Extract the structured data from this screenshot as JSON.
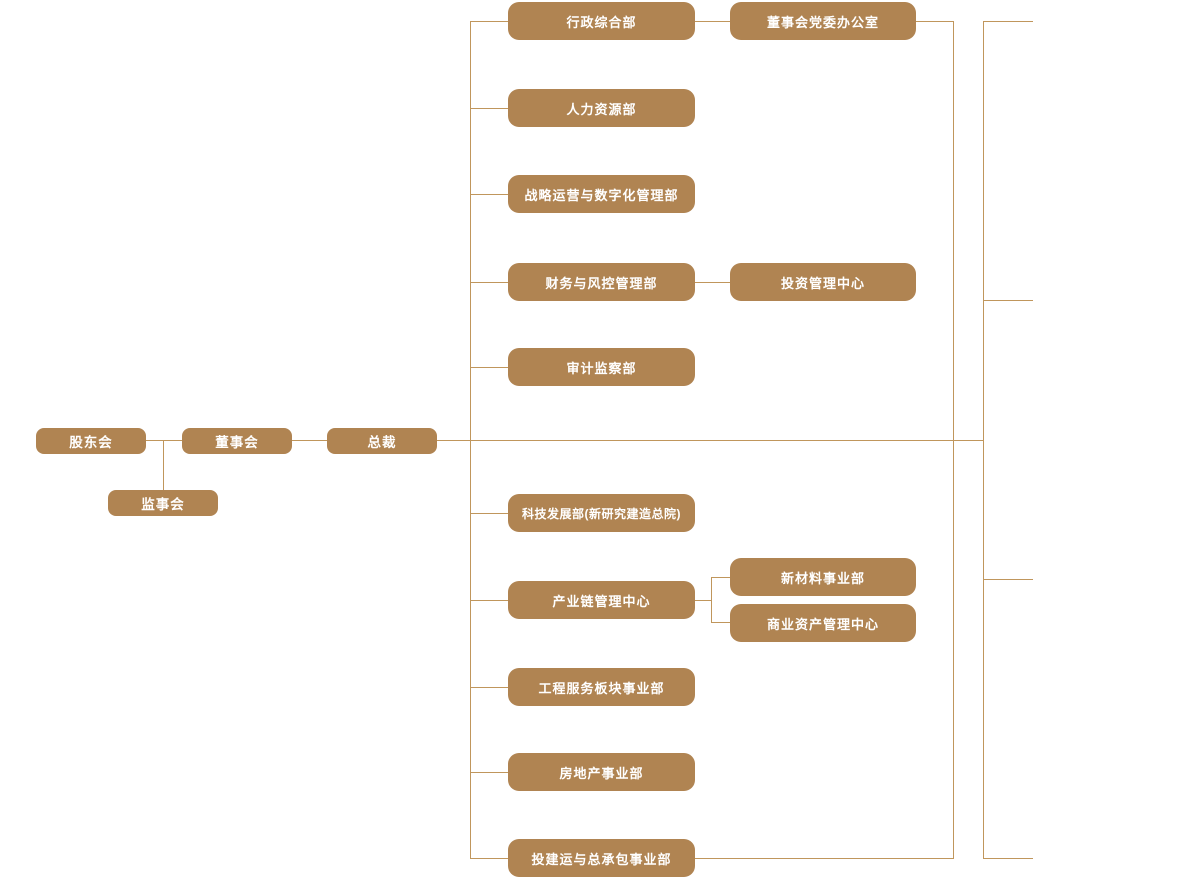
{
  "diagram": {
    "type": "org-chart",
    "colors": {
      "node_fill": "#b08452",
      "node_text": "#ffffff",
      "connector": "#c0965c",
      "background": "#ffffff"
    },
    "nodes": {
      "shareholders": {
        "label": "股东会"
      },
      "supervisory": {
        "label": "监事会"
      },
      "board": {
        "label": "董事会"
      },
      "president": {
        "label": "总裁"
      },
      "admin": {
        "label": "行政综合部"
      },
      "party_office": {
        "label": "董事会党委办公室"
      },
      "hr": {
        "label": "人力资源部"
      },
      "strategy": {
        "label": "战略运营与数字化管理部"
      },
      "finance": {
        "label": "财务与风控管理部"
      },
      "investment": {
        "label": "投资管理中心"
      },
      "audit": {
        "label": "审计监察部"
      },
      "tech": {
        "label": "科技发展部(新研究建造总院)"
      },
      "chain": {
        "label": "产业链管理中心"
      },
      "new_materials": {
        "label": "新材料事业部"
      },
      "commercial_assets": {
        "label": "商业资产管理中心"
      },
      "engineering": {
        "label": "工程服务板块事业部"
      },
      "real_estate": {
        "label": "房地产事业部"
      },
      "epc": {
        "label": "投建运与总承包事业部"
      }
    },
    "edges": [
      {
        "from": "shareholders",
        "to": "board"
      },
      {
        "from": "shareholders",
        "to": "supervisory"
      },
      {
        "from": "board",
        "to": "president"
      },
      {
        "from": "president",
        "to": "admin"
      },
      {
        "from": "president",
        "to": "hr"
      },
      {
        "from": "president",
        "to": "strategy"
      },
      {
        "from": "president",
        "to": "finance"
      },
      {
        "from": "president",
        "to": "audit"
      },
      {
        "from": "president",
        "to": "tech"
      },
      {
        "from": "president",
        "to": "chain"
      },
      {
        "from": "president",
        "to": "engineering"
      },
      {
        "from": "president",
        "to": "real_estate"
      },
      {
        "from": "president",
        "to": "epc"
      },
      {
        "from": "admin",
        "to": "party_office"
      },
      {
        "from": "finance",
        "to": "investment"
      },
      {
        "from": "chain",
        "to": "new_materials"
      },
      {
        "from": "chain",
        "to": "commercial_assets"
      }
    ]
  }
}
